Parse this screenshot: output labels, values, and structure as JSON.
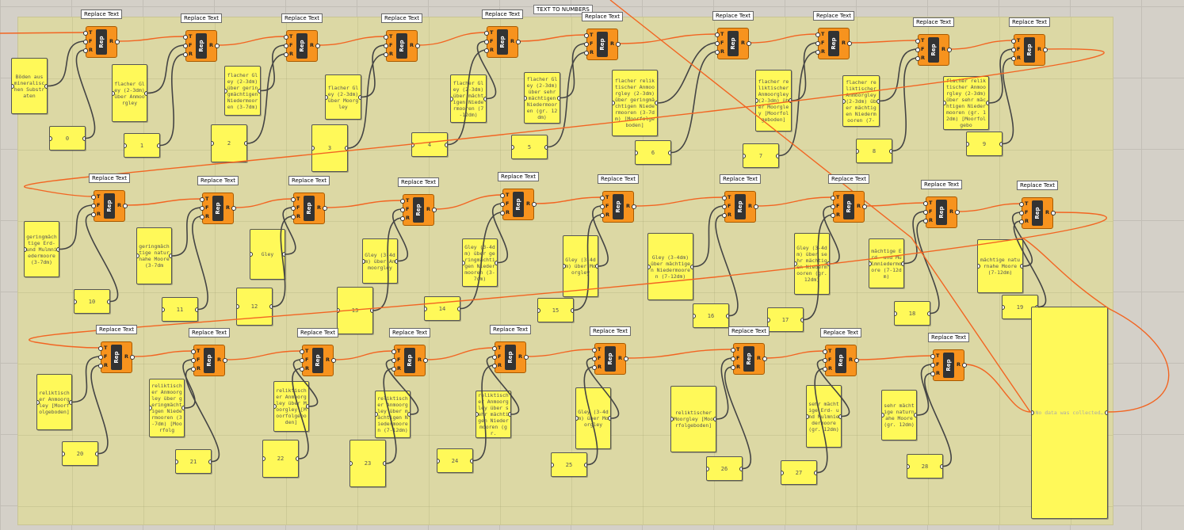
{
  "group": {
    "label": "TEXT TO NUMBERS",
    "color": "#dcd8a4"
  },
  "component": {
    "label": "Replace Text",
    "nickname": "Rep",
    "inputs": [
      "T",
      "F",
      "R"
    ],
    "output": "R",
    "color": "#f7931e"
  },
  "wire_colors": {
    "data": "#444444",
    "list": "#f26522"
  },
  "text_panels": [
    "Böden aus mineralischen Substraten",
    "flacher Gley (2-3dm) über Anmoorgley",
    "flacher Gley (2-3dm) über geringmächtigen Niedermooren (3-7dm)",
    "flacher Gley (2-3dm) über Moorgley",
    "flacher Gley (2-3dm) über mächtigen Niedermooren (7-12dm)",
    "flacher Gley (2-3dm) über sehr mächtigen Niedermooren (gr. 12dm)",
    "flacher reliktischer Anmoorgley (2-3dm) über geringmächtigen Niedermooren (3-7dm) [Moorfolgeboden]",
    "flacher reliktischer Anmoorgley (2-3dm) über Moorgley [Moorfolgeboden]",
    "flacher reliktischer Anmoorgley (2-3dm) über mächtigen Niedermooren (7-",
    "flacher reliktischer Anmoorgley (2-3dm) über sehr mächtigen Niedermooren (gr. 12dm) [Moorfolgebo",
    "geringmächtige Erd- und Mulmniedermoore (3-7dm)",
    "geringmächtige naturnahe Moore (3-7dm",
    "Gley",
    "Gley (3-4dm) über Anmoorgley",
    "Gley (3-4dm) über geringmächtigen Niedermooren (3-7dm)",
    "Gley (3-4dm) über Moorgley",
    "Gley (3-4dm) über mächtigen Niedermooren (7-12dm)",
    "Gley (3-4dm) über sehr mächtigen Niedermooren (gr. 12dm)",
    "mächtige Erd- und Mulmniedermoore (7-12dm)",
    "mächtige naturnahe Moore (7-12dm)",
    "reliktischer Anmoorgley [Moorfolgeboden]",
    "reliktischer Anmoorgley über geringmächtigen Niedermooren (3-7dm) [Moorfolg",
    "reliktischer Anmoorgley über Moorgley [Moorfolgeboden]",
    "reliktischer Anmoorgley über mächtigen Niedermooren (7-12dm)",
    "reliktischer Anmoorgley über sehr mächtigen Niedermooren (gr.",
    "Gley (3-4dm) über Moorgley",
    "reliktischer Moorgley [Moorfolgeboden]",
    "sehr mächtige Erd- und Mulmniedermoore (gr. 12dm)",
    "sehr mächtige naturnahe Moore (gr. 12dm)"
  ],
  "number_panels": [
    "0",
    "1",
    "2",
    "3",
    "4",
    "5",
    "6",
    "7",
    "8",
    "9",
    "10",
    "11",
    "12",
    "13",
    "14",
    "15",
    "16",
    "17",
    "18",
    "19",
    "20",
    "21",
    "22",
    "23",
    "24",
    "25",
    "26",
    "27",
    "28"
  ],
  "output_panel": {
    "text": "No data was collected…"
  }
}
